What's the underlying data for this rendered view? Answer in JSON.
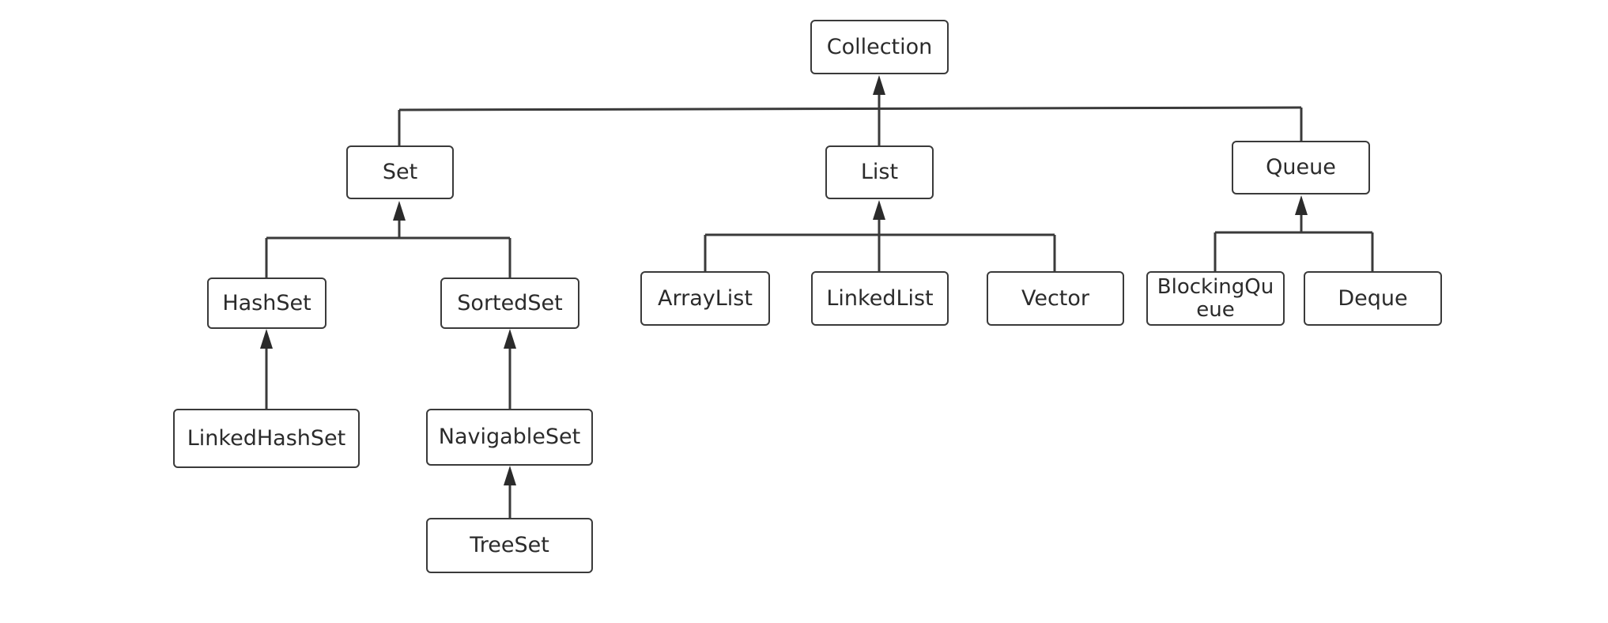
{
  "diagram": {
    "nodes": {
      "collection": "Collection",
      "set": "Set",
      "list": "List",
      "queue": "Queue",
      "hashset": "HashSet",
      "sortedset": "SortedSet",
      "linkedhashset": "LinkedHashSet",
      "navigableset": "NavigableSet",
      "treeset": "TreeSet",
      "arraylist": "ArrayList",
      "linkedlist": "LinkedList",
      "vector": "Vector",
      "blockingqueue": "BlockingQueue",
      "deque": "Deque"
    },
    "edges": [
      {
        "from": "set",
        "to": "collection"
      },
      {
        "from": "list",
        "to": "collection"
      },
      {
        "from": "queue",
        "to": "collection"
      },
      {
        "from": "hashset",
        "to": "set"
      },
      {
        "from": "sortedset",
        "to": "set"
      },
      {
        "from": "linkedhashset",
        "to": "hashset"
      },
      {
        "from": "navigableset",
        "to": "sortedset"
      },
      {
        "from": "treeset",
        "to": "navigableset"
      },
      {
        "from": "arraylist",
        "to": "list"
      },
      {
        "from": "linkedlist",
        "to": "list"
      },
      {
        "from": "vector",
        "to": "list"
      },
      {
        "from": "blockingqueue",
        "to": "queue"
      },
      {
        "from": "deque",
        "to": "queue"
      }
    ]
  }
}
